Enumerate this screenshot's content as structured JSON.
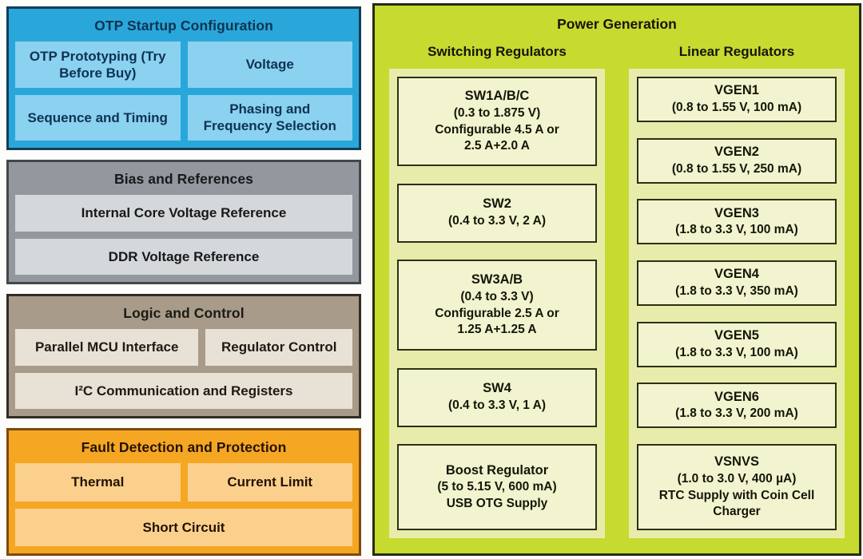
{
  "left_sections": {
    "otp": {
      "title": "OTP Startup Configuration",
      "cells": [
        "OTP Prototyping (Try Before Buy)",
        "Voltage",
        "Sequence and Timing",
        "Phasing and Frequency Selection"
      ]
    },
    "bias": {
      "title": "Bias and References",
      "cells": [
        "Internal Core Voltage Reference",
        "DDR Voltage Reference"
      ]
    },
    "logic": {
      "title": "Logic and Control",
      "cells": [
        "Parallel MCU Interface",
        "Regulator Control",
        "I²C Communication and Registers"
      ]
    },
    "fault": {
      "title": "Fault Detection and Protection",
      "cells": [
        "Thermal",
        "Current Limit",
        "Short Circuit"
      ]
    }
  },
  "power_generation": {
    "title": "Power Generation",
    "switching": {
      "title": "Switching Regulators",
      "blocks": [
        {
          "name": "SW1A/B/C",
          "line1": "(0.3 to 1.875 V)",
          "line2": "Configurable 4.5 A or",
          "line3": "2.5 A+2.0 A"
        },
        {
          "name": "SW2",
          "line1": "(0.4 to 3.3 V, 2 A)"
        },
        {
          "name": "SW3A/B",
          "line1": "(0.4 to 3.3 V)",
          "line2": "Configurable 2.5 A or",
          "line3": "1.25 A+1.25 A"
        },
        {
          "name": "SW4",
          "line1": "(0.4 to 3.3 V, 1 A)"
        },
        {
          "name": "Boost Regulator",
          "line1": "(5 to 5.15 V, 600 mA)",
          "line2": "USB OTG Supply"
        }
      ]
    },
    "linear": {
      "title": "Linear Regulators",
      "blocks": [
        {
          "name": "VGEN1",
          "line1": "(0.8 to 1.55 V, 100 mA)"
        },
        {
          "name": "VGEN2",
          "line1": "(0.8 to 1.55 V, 250 mA)"
        },
        {
          "name": "VGEN3",
          "line1": "(1.8 to 3.3 V, 100 mA)"
        },
        {
          "name": "VGEN4",
          "line1": "(1.8 to 3.3 V, 350 mA)"
        },
        {
          "name": "VGEN5",
          "line1": "(1.8 to 3.3 V, 100 mA)"
        },
        {
          "name": "VGEN6",
          "line1": "(1.8 to 3.3 V, 200 mA)"
        },
        {
          "name": "VSNVS",
          "line1": "(1.0 to 3.0 V, 400 µA)",
          "line2": "RTC Supply with Coin Cell Charger"
        }
      ]
    }
  },
  "colors": {
    "otp_section": "#2aa7da",
    "otp_cell": "#8bd1f0",
    "otp_text": "#0d3352",
    "bias_section": "#92989d",
    "bias_cell": "#d4d8da",
    "logic_section": "#a89b89",
    "logic_cell": "#e8e2d6",
    "fault_section": "#f5a623",
    "fault_cell": "#fbd08d",
    "power_section": "#c6da2f",
    "power_column": "#e7ecab",
    "power_block": "#f2f4cf",
    "dark_text": "#1c1b17"
  }
}
